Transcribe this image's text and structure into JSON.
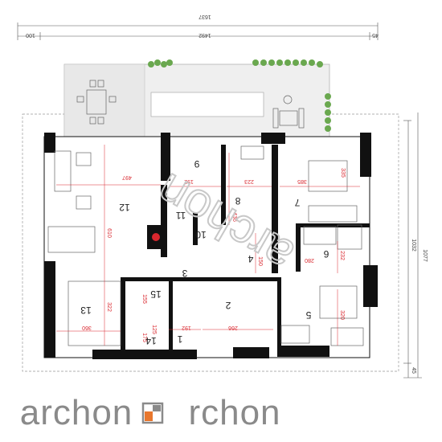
{
  "dimensions": {
    "top_total": "1637",
    "top_left": "100",
    "top_mid": "1492",
    "top_right": "45",
    "right_total": "1077",
    "right_inner": "1032",
    "right_small": "45"
  },
  "rooms": [
    {
      "id": "1",
      "label": "1"
    },
    {
      "id": "2",
      "label": "2"
    },
    {
      "id": "3",
      "label": "3"
    },
    {
      "id": "4",
      "label": "4"
    },
    {
      "id": "5",
      "label": "5"
    },
    {
      "id": "6",
      "label": "6"
    },
    {
      "id": "7",
      "label": "7"
    },
    {
      "id": "8",
      "label": "8"
    },
    {
      "id": "9",
      "label": "9"
    },
    {
      "id": "10",
      "label": "10"
    },
    {
      "id": "11",
      "label": "11"
    },
    {
      "id": "12",
      "label": "12"
    },
    {
      "id": "13",
      "label": "13"
    },
    {
      "id": "14",
      "label": "14"
    },
    {
      "id": "15",
      "label": "15"
    }
  ],
  "inner_dims": {
    "d497": "497",
    "d610": "610",
    "d192a": "192",
    "d223": "223",
    "d385": "385",
    "d335": "335",
    "d436": "436",
    "d150": "150",
    "d280": "280",
    "d232": "232",
    "d322": "322",
    "d360": "360",
    "d192b": "192",
    "d266": "266",
    "d125": "125",
    "d155": "155",
    "d320": "320",
    "d175": "175"
  },
  "watermark": "archon",
  "logo": "archon"
}
